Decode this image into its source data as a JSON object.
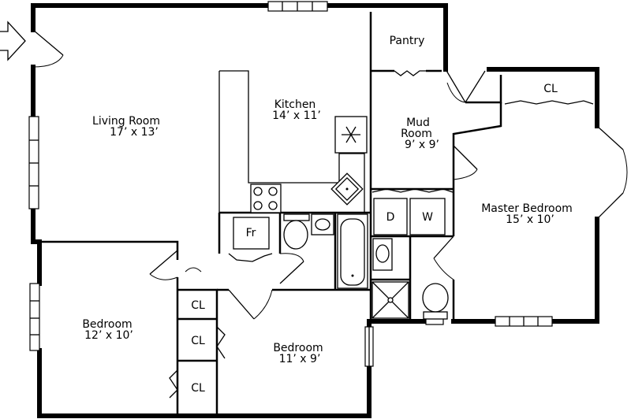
{
  "rooms": {
    "living": {
      "name": "Living Room",
      "size": "17’ x 13’"
    },
    "kitchen": {
      "name": "Kitchen",
      "size": "14’ x 11’"
    },
    "pantry": {
      "name": "Pantry"
    },
    "mud": {
      "name1": "Mud",
      "name2": "Room",
      "size": "9’ x 9’"
    },
    "master": {
      "name": "Master Bedroom",
      "size": "15’ x 10’"
    },
    "bed_sw": {
      "name": "Bedroom",
      "size": "12’ x 10’"
    },
    "bed_s": {
      "name": "Bedroom",
      "size": "11’ x 9’"
    }
  },
  "fixtures": {
    "fridge": "Fr",
    "dryer": "D",
    "washer": "W",
    "closet_master": "CL",
    "closet_1": "CL",
    "closet_2": "CL",
    "closet_3": "CL"
  },
  "colors": {
    "wall": "#000000",
    "background": "#ffffff"
  }
}
